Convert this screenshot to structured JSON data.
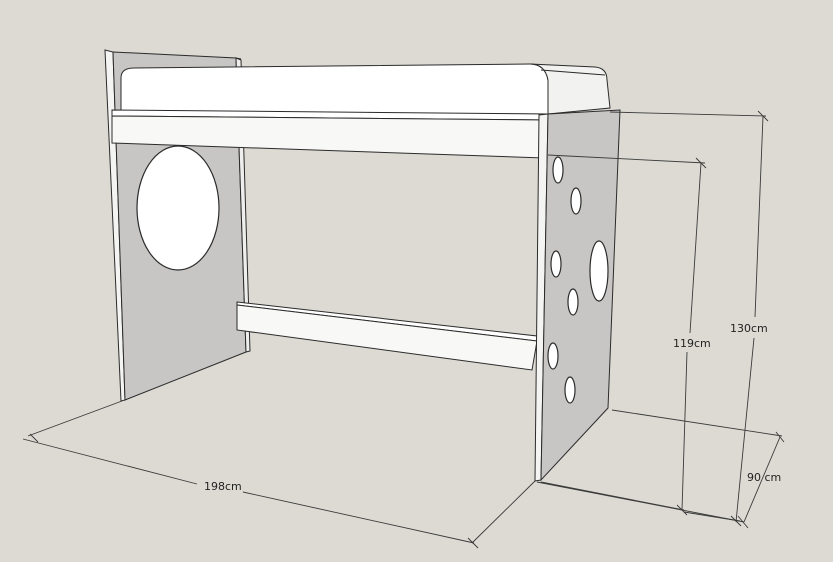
{
  "dimensions": {
    "length": "198cm",
    "depth": "90 cm",
    "bed_height": "119cm",
    "total_height": "130cm"
  },
  "colors": {
    "background": "#dcdad3",
    "panel_face": "#c7c6c4",
    "panel_edge": "#f4f4f2",
    "mattress": "#ffffff",
    "rail": "#f8f8f6",
    "hole": "#ffffff",
    "line": "#2b2b2b",
    "dimension_line": "#3a3a3a"
  }
}
